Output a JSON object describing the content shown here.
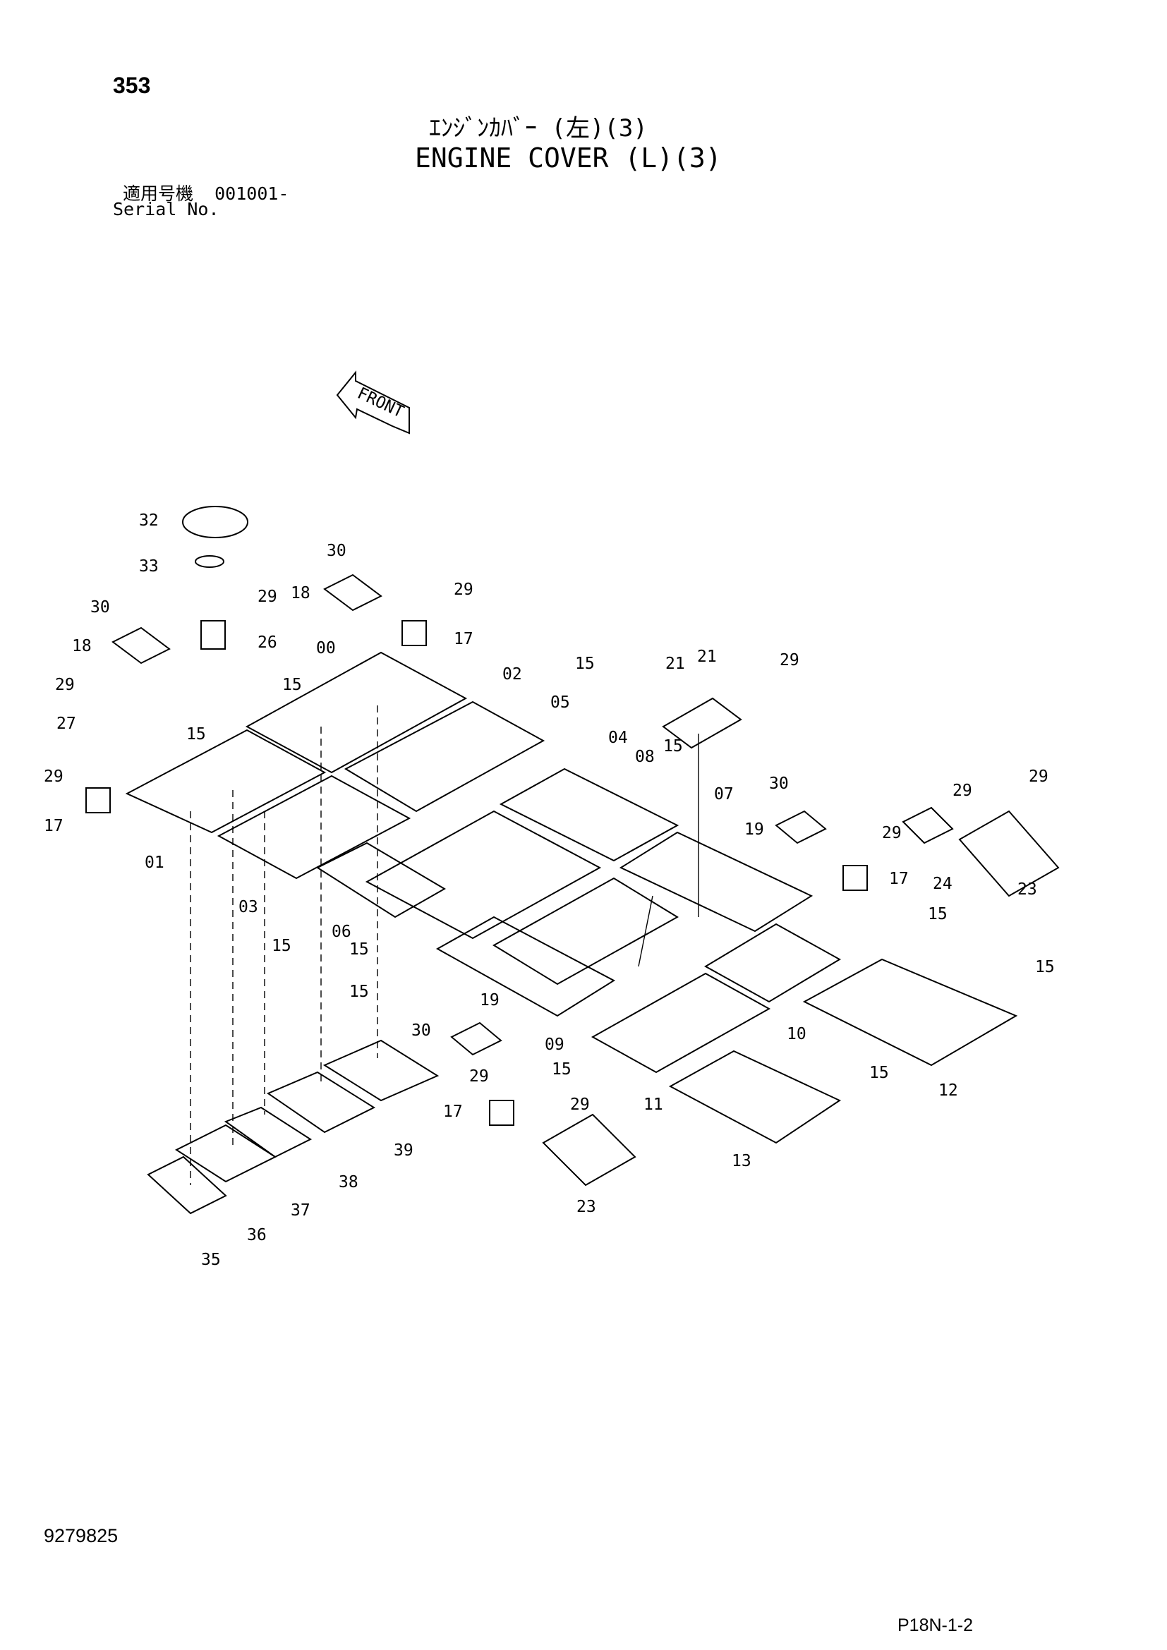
{
  "header": {
    "page_number": "353",
    "title_jp": "ｴﾝｼﾞﾝｶﾊﾞｰ (左)(3)",
    "title_en": "ENGINE COVER (L)(3)",
    "serial_label_jp": "適用号機",
    "serial_value": "001001-",
    "serial_label_en": "Serial No."
  },
  "front_arrow_label": "FRONT",
  "footer": {
    "document_code": "9279825",
    "page_reference": "P18N-1-2"
  },
  "callouts": [
    {
      "id": "c32",
      "text": "32"
    },
    {
      "id": "c33",
      "text": "33"
    },
    {
      "id": "c30a",
      "text": "30"
    },
    {
      "id": "c29a",
      "text": "29"
    },
    {
      "id": "c26",
      "text": "26"
    },
    {
      "id": "c18a",
      "text": "18"
    },
    {
      "id": "c29b",
      "text": "29"
    },
    {
      "id": "c15a",
      "text": "15"
    },
    {
      "id": "c27",
      "text": "27"
    },
    {
      "id": "c15b",
      "text": "15"
    },
    {
      "id": "c29c",
      "text": "29"
    },
    {
      "id": "c17a",
      "text": "17"
    },
    {
      "id": "c01",
      "text": "01"
    },
    {
      "id": "c03",
      "text": "03"
    },
    {
      "id": "c15c",
      "text": "15"
    },
    {
      "id": "c30b",
      "text": "30"
    },
    {
      "id": "c18b",
      "text": "18"
    },
    {
      "id": "c29d",
      "text": "29"
    },
    {
      "id": "c17b",
      "text": "17"
    },
    {
      "id": "c00",
      "text": "00"
    },
    {
      "id": "c02",
      "text": "02"
    },
    {
      "id": "c15d",
      "text": "15"
    },
    {
      "id": "c05",
      "text": "05"
    },
    {
      "id": "c04",
      "text": "04"
    },
    {
      "id": "c21a",
      "text": "21"
    },
    {
      "id": "c21b",
      "text": "21"
    },
    {
      "id": "c29e",
      "text": "29"
    },
    {
      "id": "c08",
      "text": "08"
    },
    {
      "id": "c15e",
      "text": "15"
    },
    {
      "id": "c07",
      "text": "07"
    },
    {
      "id": "c30c",
      "text": "30"
    },
    {
      "id": "c19a",
      "text": "19"
    },
    {
      "id": "c29f",
      "text": "29"
    },
    {
      "id": "c17c",
      "text": "17"
    },
    {
      "id": "c29g",
      "text": "29"
    },
    {
      "id": "c24",
      "text": "24"
    },
    {
      "id": "c29h",
      "text": "29"
    },
    {
      "id": "c23a",
      "text": "23"
    },
    {
      "id": "c15f",
      "text": "15"
    },
    {
      "id": "c06",
      "text": "06"
    },
    {
      "id": "c15g",
      "text": "15"
    },
    {
      "id": "c15h",
      "text": "15"
    },
    {
      "id": "c19b",
      "text": "19"
    },
    {
      "id": "c30d",
      "text": "30"
    },
    {
      "id": "c09",
      "text": "09"
    },
    {
      "id": "c10",
      "text": "10"
    },
    {
      "id": "c15i",
      "text": "15"
    },
    {
      "id": "c12",
      "text": "12"
    },
    {
      "id": "c15j",
      "text": "15"
    },
    {
      "id": "c11",
      "text": "11"
    },
    {
      "id": "c29i",
      "text": "29"
    },
    {
      "id": "c17d",
      "text": "17"
    },
    {
      "id": "c29j",
      "text": "29"
    },
    {
      "id": "c15k",
      "text": "15"
    },
    {
      "id": "c13",
      "text": "13"
    },
    {
      "id": "c23b",
      "text": "23"
    },
    {
      "id": "c39",
      "text": "39"
    },
    {
      "id": "c38",
      "text": "38"
    },
    {
      "id": "c37",
      "text": "37"
    },
    {
      "id": "c36",
      "text": "36"
    },
    {
      "id": "c35",
      "text": "35"
    }
  ]
}
